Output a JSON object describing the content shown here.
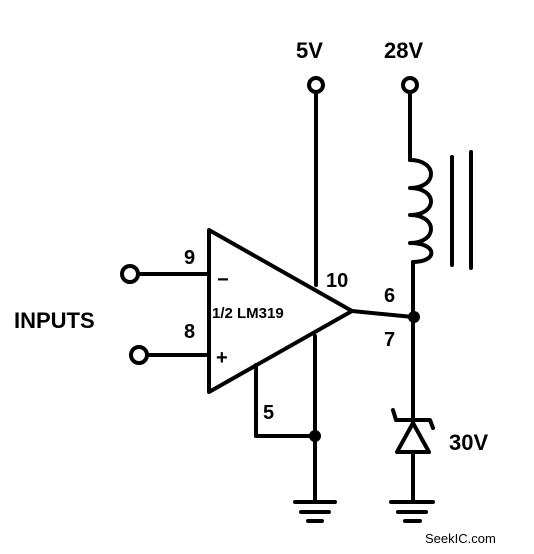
{
  "labels": {
    "supply_5v": "5V",
    "supply_28v": "28V",
    "pin_9": "9",
    "minus_sign": "−",
    "pin_10": "10",
    "pin_8": "8",
    "plus_sign": "+",
    "chip": "1/2 LM319",
    "inputs": "INPUTS",
    "pin_6": "6",
    "pin_7": "7",
    "pin_5": "5",
    "zener_voltage": "30V",
    "watermark": "SeekIC.com"
  }
}
